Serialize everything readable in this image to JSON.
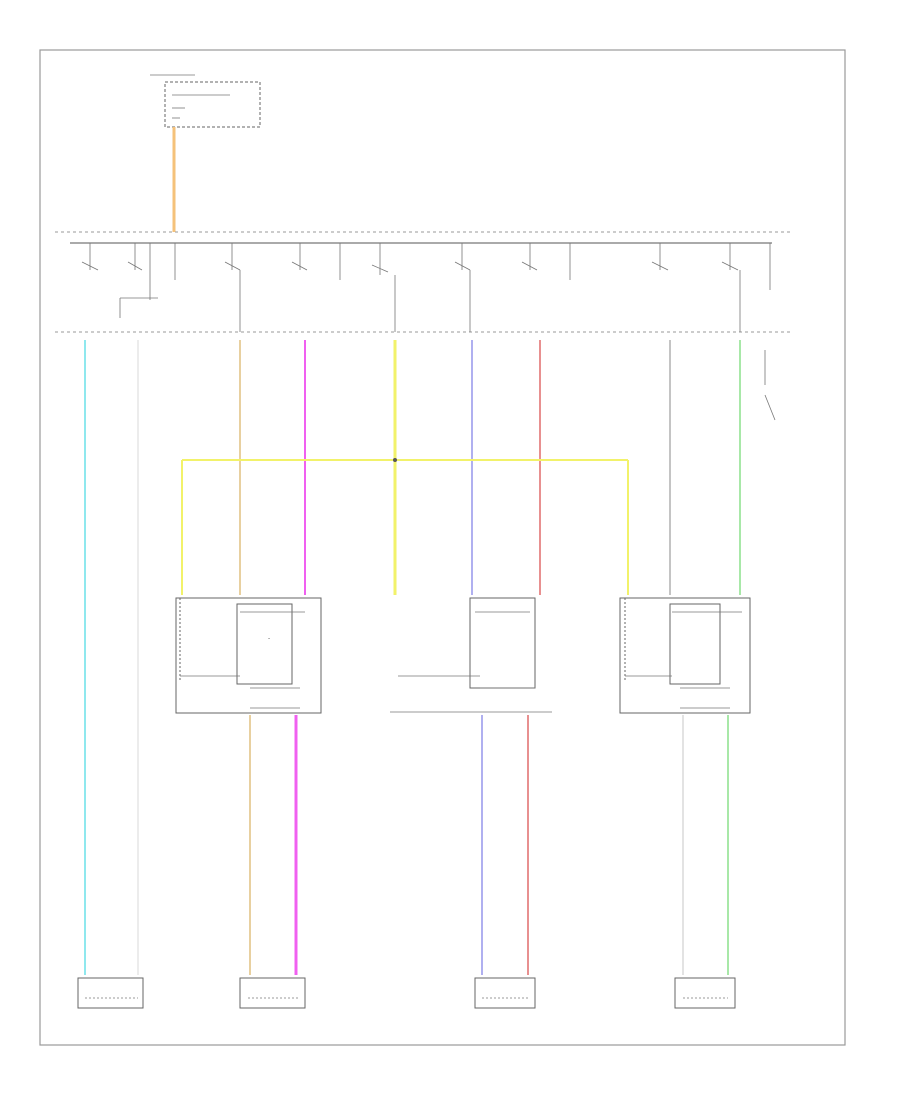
{
  "diagram": {
    "footer_code": "",
    "top_fuse": {
      "title": "",
      "label": "",
      "side_note": ""
    },
    "bus_note": "",
    "front_label": "",
    "center_switch_label": "",
    "lock_label": "",
    "junction_label": "",
    "relays": [
      {
        "name": "relay-1",
        "label": ""
      },
      {
        "name": "relay-2",
        "label": ""
      },
      {
        "name": "relay-3",
        "label": ""
      }
    ],
    "motors": [
      {
        "name": "motor-1",
        "label": ""
      },
      {
        "name": "motor-2",
        "label": ""
      },
      {
        "name": "motor-3",
        "label": ""
      },
      {
        "name": "motor-4",
        "label": ""
      }
    ],
    "wire_colors": {
      "orange": "#f5c27a",
      "cyan": "#8fe8ee",
      "tan": "#e8d0a0",
      "magenta": "#f060f0",
      "yellow": "#f2f26a",
      "lavender": "#b0b0f0",
      "red": "#e89090",
      "gray": "#b0b0b0",
      "green": "#a8e8a8",
      "white": "#e0e0e0"
    }
  }
}
